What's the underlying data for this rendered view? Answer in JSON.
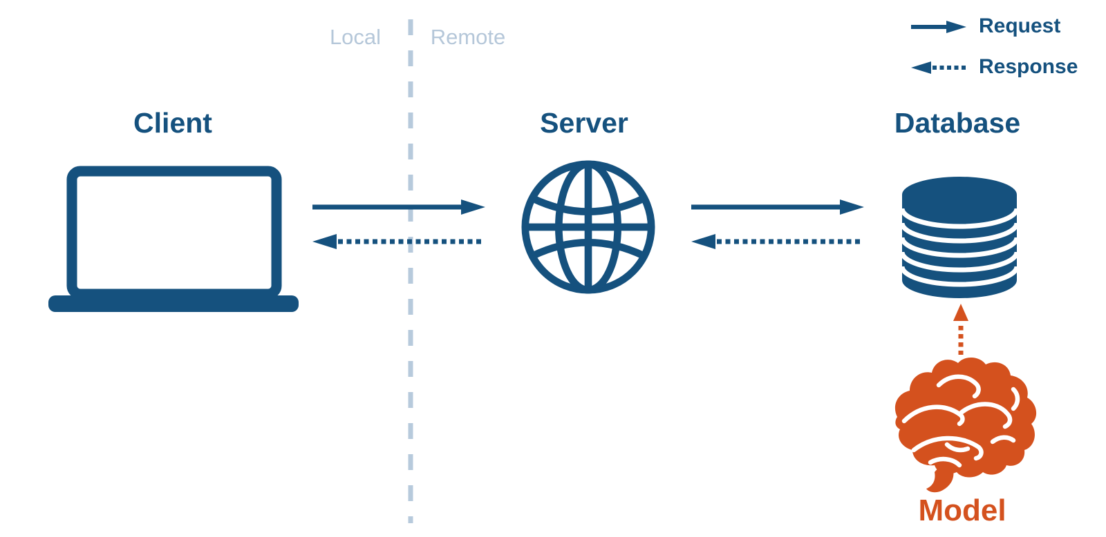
{
  "colors": {
    "primary_navy": "#15517E",
    "muted_blue": "#B5C7D9",
    "accent_orange": "#D4511E",
    "background": "#FFFFFF"
  },
  "boundary": {
    "left_zone": "Local",
    "right_zone": "Remote",
    "divider_style": "dashed-vertical"
  },
  "legend": {
    "request": {
      "label": "Request",
      "line_style": "solid",
      "direction": "right"
    },
    "response": {
      "label": "Response",
      "line_style": "dotted",
      "direction": "left"
    }
  },
  "nodes": {
    "client": {
      "label": "Client",
      "icon": "laptop-icon",
      "zone": "Local"
    },
    "server": {
      "label": "Server",
      "icon": "globe-icon",
      "zone": "Remote"
    },
    "database": {
      "label": "Database",
      "icon": "database-icon",
      "zone": "Remote"
    },
    "model": {
      "label": "Model",
      "icon": "brain-icon",
      "zone": "Remote"
    }
  },
  "edges": [
    {
      "from": "client",
      "to": "server",
      "type": "request",
      "style": "solid",
      "color": "primary_navy"
    },
    {
      "from": "server",
      "to": "client",
      "type": "response",
      "style": "dotted",
      "color": "primary_navy"
    },
    {
      "from": "server",
      "to": "database",
      "type": "request",
      "style": "solid",
      "color": "primary_navy"
    },
    {
      "from": "database",
      "to": "server",
      "type": "response",
      "style": "dotted",
      "color": "primary_navy"
    },
    {
      "from": "model",
      "to": "database",
      "type": "response",
      "style": "dotted",
      "color": "accent_orange"
    }
  ]
}
